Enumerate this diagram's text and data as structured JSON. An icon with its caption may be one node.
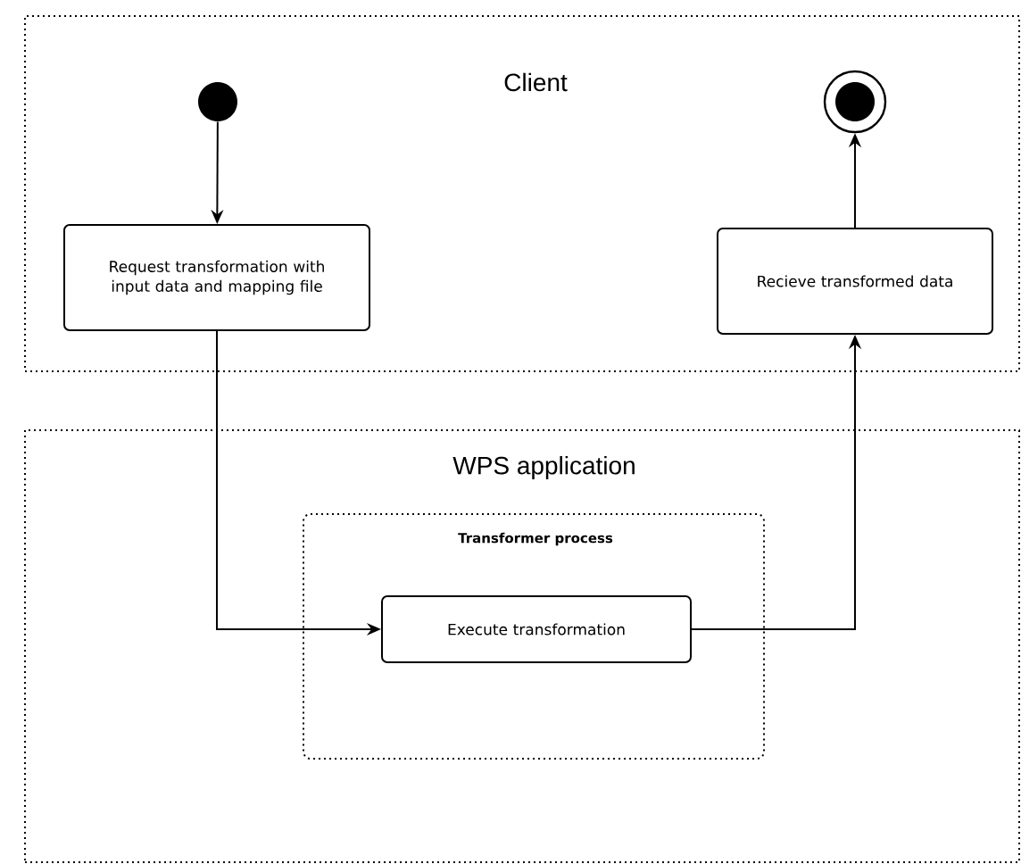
{
  "diagram": {
    "nodes": [
      {
        "text": [
          "Client"
        ]
      },
      {
        "text": [],
        "shape": "circle",
        "in": 0
      },
      {
        "text": [
          "Request transformation with input data and mapping file"
        ],
        "in": 0
      },
      {
        "text": [],
        "shape": "bullseye",
        "in": 0
      },
      {
        "text": [
          "Recieve transformed data"
        ],
        "in": 0
      },
      {
        "text": [
          "WPS application"
        ]
      },
      {
        "text": [
          "Transformer process"
        ],
        "in": 5
      },
      {
        "text": [
          "Execute transformation"
        ],
        "in": 6
      }
    ],
    "edges": [
      {
        "from": 1,
        "to": 2,
        "arrow": "to"
      },
      {
        "from": 2,
        "to": 7,
        "arrow": "to"
      },
      {
        "from": 7,
        "to": 4,
        "arrow": "to"
      },
      {
        "from": 4,
        "to": 3,
        "arrow": "to"
      }
    ]
  }
}
